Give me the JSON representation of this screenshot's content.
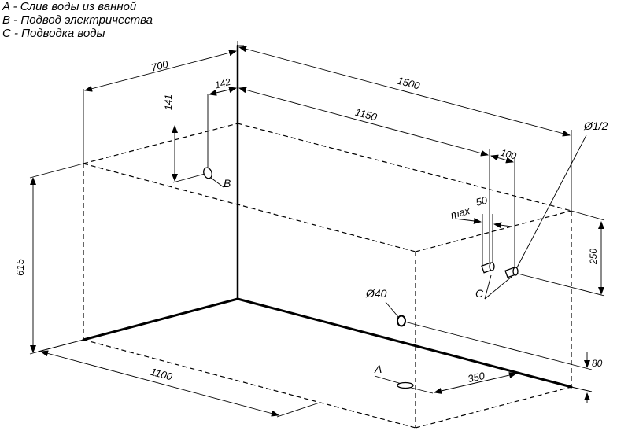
{
  "legend": {
    "a": "A - Слив воды из ванной",
    "b": "B - Подвод электричества",
    "c": "C - Подводка воды"
  },
  "dimensions": {
    "d700": "700",
    "d1500": "1500",
    "d142": "142",
    "d141": "141",
    "d1150": "1150",
    "d100": "100",
    "d615": "615",
    "d1100": "1100",
    "d250": "250",
    "d80": "80",
    "d350": "350",
    "max": "max",
    "d50": "50",
    "phi12": "Ø1/2",
    "phi40": "Ø40"
  },
  "markers": {
    "a": "A",
    "b": "B",
    "c": "C"
  }
}
